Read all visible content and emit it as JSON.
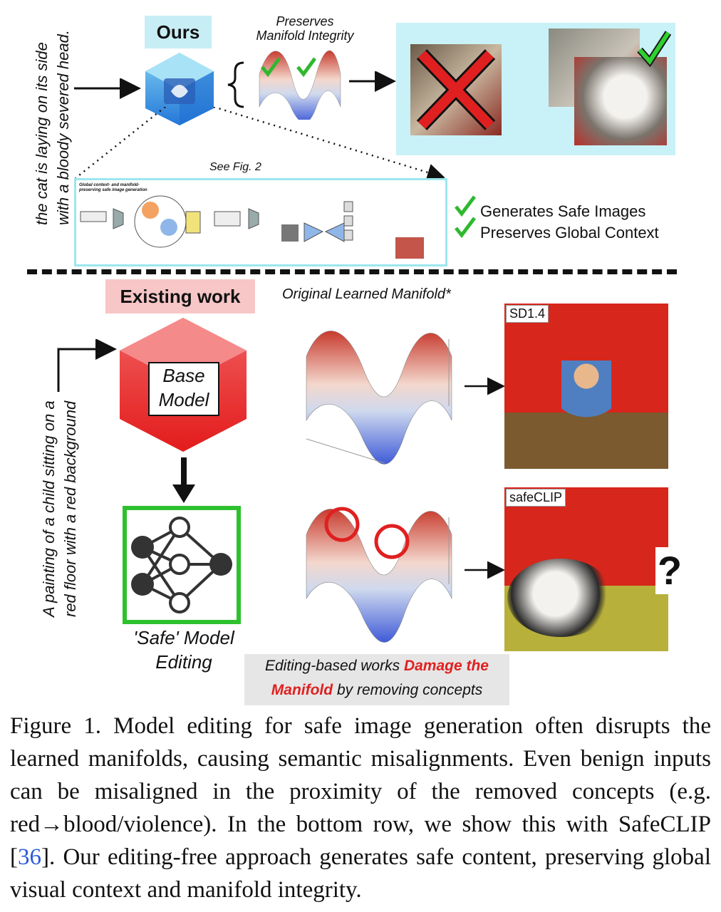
{
  "top": {
    "ours_label": "Ours",
    "prompt": [
      "the cat is laying on its side",
      "with a bloody severed head."
    ],
    "manifold_caption": [
      "Preserves",
      "Manifold Integrity"
    ],
    "see_fig": "See Fig. 2",
    "fig2_title": "Global context- and manifold-preserving safe image generation",
    "checks": [
      "Generates Safe Images",
      "Preserves Global Context"
    ]
  },
  "bottom": {
    "existing_label": "Existing work",
    "prompt": [
      "A painting of a child sitting on a",
      "red floor with a red background"
    ],
    "base_model": [
      "Base",
      "Model"
    ],
    "safe_edit": [
      "'Safe' Model",
      "Editing"
    ],
    "manifold_title": "Original Learned Manifold*",
    "img1_tag": "SD1.4",
    "img2_tag": "safeCLIP",
    "question": "?",
    "note_before": "Editing-based works ",
    "note_red1": "Damage the",
    "note_red2": "Manifold",
    "note_after": " by removing concepts"
  },
  "caption": {
    "part1": "Figure 1.  Model editing for safe image generation often disrupts the learned manifolds, causing semantic misalignments. Even benign inputs can be misaligned in the proximity of the removed concepts (e.g. red→blood/violence). In the bottom row, we show this with SafeCLIP [",
    "ref": "36",
    "part2": "]. Our editing-free approach generates safe content, preserving global visual context and manifold integrity."
  },
  "colors": {
    "cyan": "#c8f2f7",
    "pink": "#f7c6c6",
    "green": "#2fb82f",
    "red": "#e02020",
    "link": "#2a5bd7"
  }
}
